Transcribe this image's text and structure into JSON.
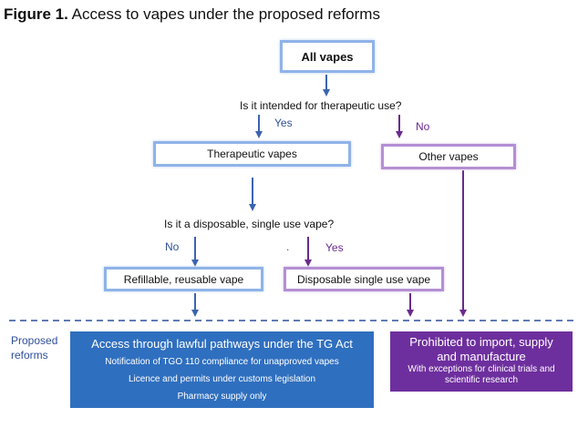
{
  "title": {
    "figure_label": "Figure 1.",
    "text": "Access to vapes under the proposed reforms"
  },
  "nodes": {
    "all_vapes": "All vapes",
    "therapeutic_vapes": "Therapeutic vapes",
    "other_vapes": "Other vapes",
    "refillable": "Refillable, reusable vape",
    "disposable": "Disposable single use vape"
  },
  "questions": {
    "q1": "Is it intended for therapeutic use?",
    "q2": "Is it a disposable, single use vape?"
  },
  "edge_labels": {
    "yes_1": "Yes",
    "no_1": "No",
    "no_2": "No",
    "yes_2": "Yes",
    "dot": "."
  },
  "reforms": {
    "label_line1": "Proposed",
    "label_line2": "reforms",
    "access": {
      "heading": "Access through lawful pathways under the TG Act",
      "lines": [
        "Notification of TGO 110 compliance for unapproved vapes",
        "Licence and permits under customs legislation",
        "Pharmacy supply only"
      ]
    },
    "prohibited": {
      "heading_line1": "Prohibited to import, supply",
      "heading_line2": "and manufacture",
      "sub_line1": "With exceptions for clinical trials and",
      "sub_line2": "scientific research"
    }
  },
  "colors": {
    "blue_arrow": "#3b64b0",
    "purple_arrow": "#6a2a8e",
    "blue_panel": "#2f6fbf",
    "purple_panel": "#6e2f9e",
    "dashed_line": "#2f4f9a"
  }
}
